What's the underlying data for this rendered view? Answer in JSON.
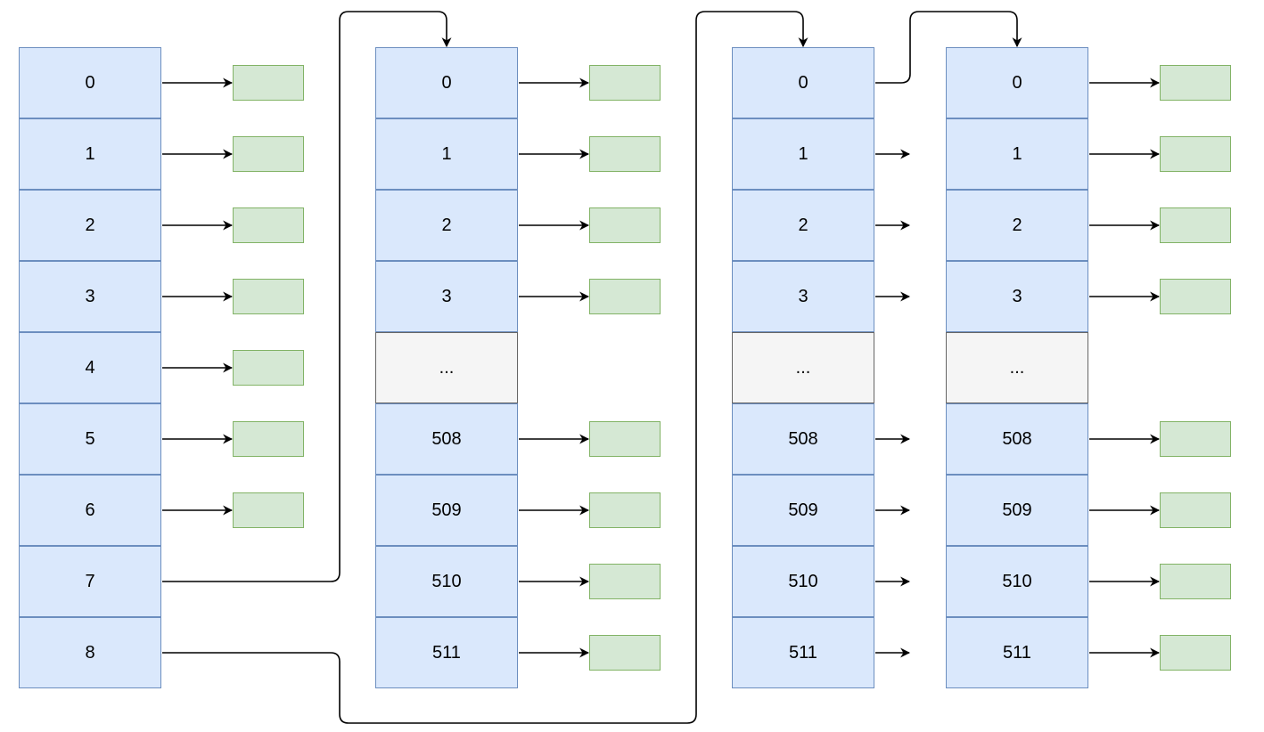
{
  "colors": {
    "cell_fill": "#dae8fc",
    "cell_stroke": "#6c8ebf",
    "ellipsis_fill": "#f5f5f5",
    "ellipsis_stroke": "#666666",
    "leaf_fill": "#d5e8d4",
    "leaf_stroke": "#82b366",
    "edge": "#000000"
  },
  "tables": [
    {
      "cells": [
        {
          "label": "0",
          "target": "leaf"
        },
        {
          "label": "1",
          "target": "leaf"
        },
        {
          "label": "2",
          "target": "leaf"
        },
        {
          "label": "3",
          "target": "leaf"
        },
        {
          "label": "4",
          "target": "leaf"
        },
        {
          "label": "5",
          "target": "leaf"
        },
        {
          "label": "6",
          "target": "leaf"
        },
        {
          "label": "7",
          "target": "table-2"
        },
        {
          "label": "8",
          "target": "table-3"
        }
      ]
    },
    {
      "cells": [
        {
          "label": "0",
          "target": "leaf"
        },
        {
          "label": "1",
          "target": "leaf"
        },
        {
          "label": "2",
          "target": "leaf"
        },
        {
          "label": "3",
          "target": "leaf"
        },
        {
          "label": "...",
          "target": "none"
        },
        {
          "label": "508",
          "target": "leaf"
        },
        {
          "label": "509",
          "target": "leaf"
        },
        {
          "label": "510",
          "target": "leaf"
        },
        {
          "label": "511",
          "target": "leaf"
        }
      ]
    },
    {
      "cells": [
        {
          "label": "0",
          "target": "table-4"
        },
        {
          "label": "1",
          "target": "dangling"
        },
        {
          "label": "2",
          "target": "dangling"
        },
        {
          "label": "3",
          "target": "dangling"
        },
        {
          "label": "...",
          "target": "none"
        },
        {
          "label": "508",
          "target": "dangling"
        },
        {
          "label": "509",
          "target": "dangling"
        },
        {
          "label": "510",
          "target": "dangling"
        },
        {
          "label": "511",
          "target": "dangling"
        }
      ]
    },
    {
      "cells": [
        {
          "label": "0",
          "target": "leaf"
        },
        {
          "label": "1",
          "target": "leaf"
        },
        {
          "label": "2",
          "target": "leaf"
        },
        {
          "label": "3",
          "target": "leaf"
        },
        {
          "label": "...",
          "target": "none"
        },
        {
          "label": "508",
          "target": "leaf"
        },
        {
          "label": "509",
          "target": "leaf"
        },
        {
          "label": "510",
          "target": "leaf"
        },
        {
          "label": "511",
          "target": "leaf"
        }
      ]
    }
  ]
}
